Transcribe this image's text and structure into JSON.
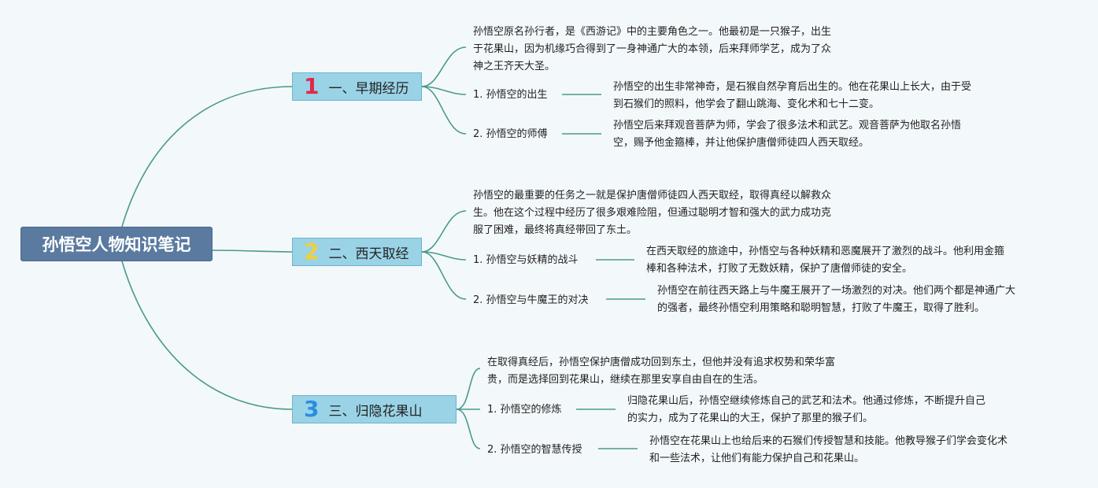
{
  "root": {
    "title": "孙悟空人物知识笔记"
  },
  "colors": {
    "root_fill": "#5a7aa0",
    "branch_fill": "#9ad3e6",
    "edge": "#4a9a8a",
    "badge_1": "#e0284a",
    "badge_2": "#f2cf3a",
    "badge_3": "#2a8ee0"
  },
  "branches": [
    {
      "badge": "1",
      "label": "一、早期经历",
      "intro": [
        "孙悟空原名孙行者，是《西游记》中的主要角色之一。他最初是一只猴子，出生",
        "于花果山，因为机缘巧合得到了一身神通广大的本领，后来拜师学艺，成为了众",
        "神之王齐天大圣。"
      ],
      "subs": [
        {
          "label": "1. 孙悟空的出生",
          "detail": [
            "孙悟空的出生非常神奇，是石猴自然孕育后出生的。他在花果山上长大，由于受",
            "到石猴们的照料，他学会了翻山跳海、变化术和七十二变。"
          ]
        },
        {
          "label": "2. 孙悟空的师傅",
          "detail": [
            "孙悟空后来拜观音菩萨为师，学会了很多法术和武艺。观音菩萨为他取名孙悟",
            "空，赐予他金箍棒，并让他保护唐僧师徒四人西天取经。"
          ]
        }
      ]
    },
    {
      "badge": "2",
      "label": "二、西天取经",
      "intro": [
        "孙悟空的最重要的任务之一就是保护唐僧师徒四人西天取经，取得真经以解救众",
        "生。他在这个过程中经历了很多艰难险阻，但通过聪明才智和强大的武力成功克",
        "服了困难，最终将真经带回了东土。"
      ],
      "subs": [
        {
          "label": "1. 孙悟空与妖精的战斗",
          "detail": [
            "在西天取经的旅途中，孙悟空与各种妖精和恶魔展开了激烈的战斗。他利用金箍",
            "棒和各种法术，打败了无数妖精，保护了唐僧师徒的安全。"
          ]
        },
        {
          "label": "2. 孙悟空与牛魔王的对决",
          "detail": [
            "孙悟空在前往西天路上与牛魔王展开了一场激烈的对决。他们两个都是神通广大",
            "的强者，最终孙悟空利用策略和聪明智慧，打败了牛魔王，取得了胜利。"
          ]
        }
      ]
    },
    {
      "badge": "3",
      "label": "三、归隐花果山",
      "intro": [
        "在取得真经后，孙悟空保护唐僧成功回到东土，但他并没有追求权势和荣华富",
        "贵，而是选择回到花果山，继续在那里安享自由自在的生活。"
      ],
      "subs": [
        {
          "label": "1. 孙悟空的修炼",
          "detail": [
            "归隐花果山后，孙悟空继续修炼自己的武艺和法术。他通过修炼，不断提升自己",
            "的实力，成为了花果山的大王，保护了那里的猴子们。"
          ]
        },
        {
          "label": "2. 孙悟空的智慧传授",
          "detail": [
            "孙悟空在花果山上也给后来的石猴们传授智慧和技能。他教导猴子们学会变化术",
            "和一些法术，让他们有能力保护自己和花果山。"
          ]
        }
      ]
    }
  ]
}
